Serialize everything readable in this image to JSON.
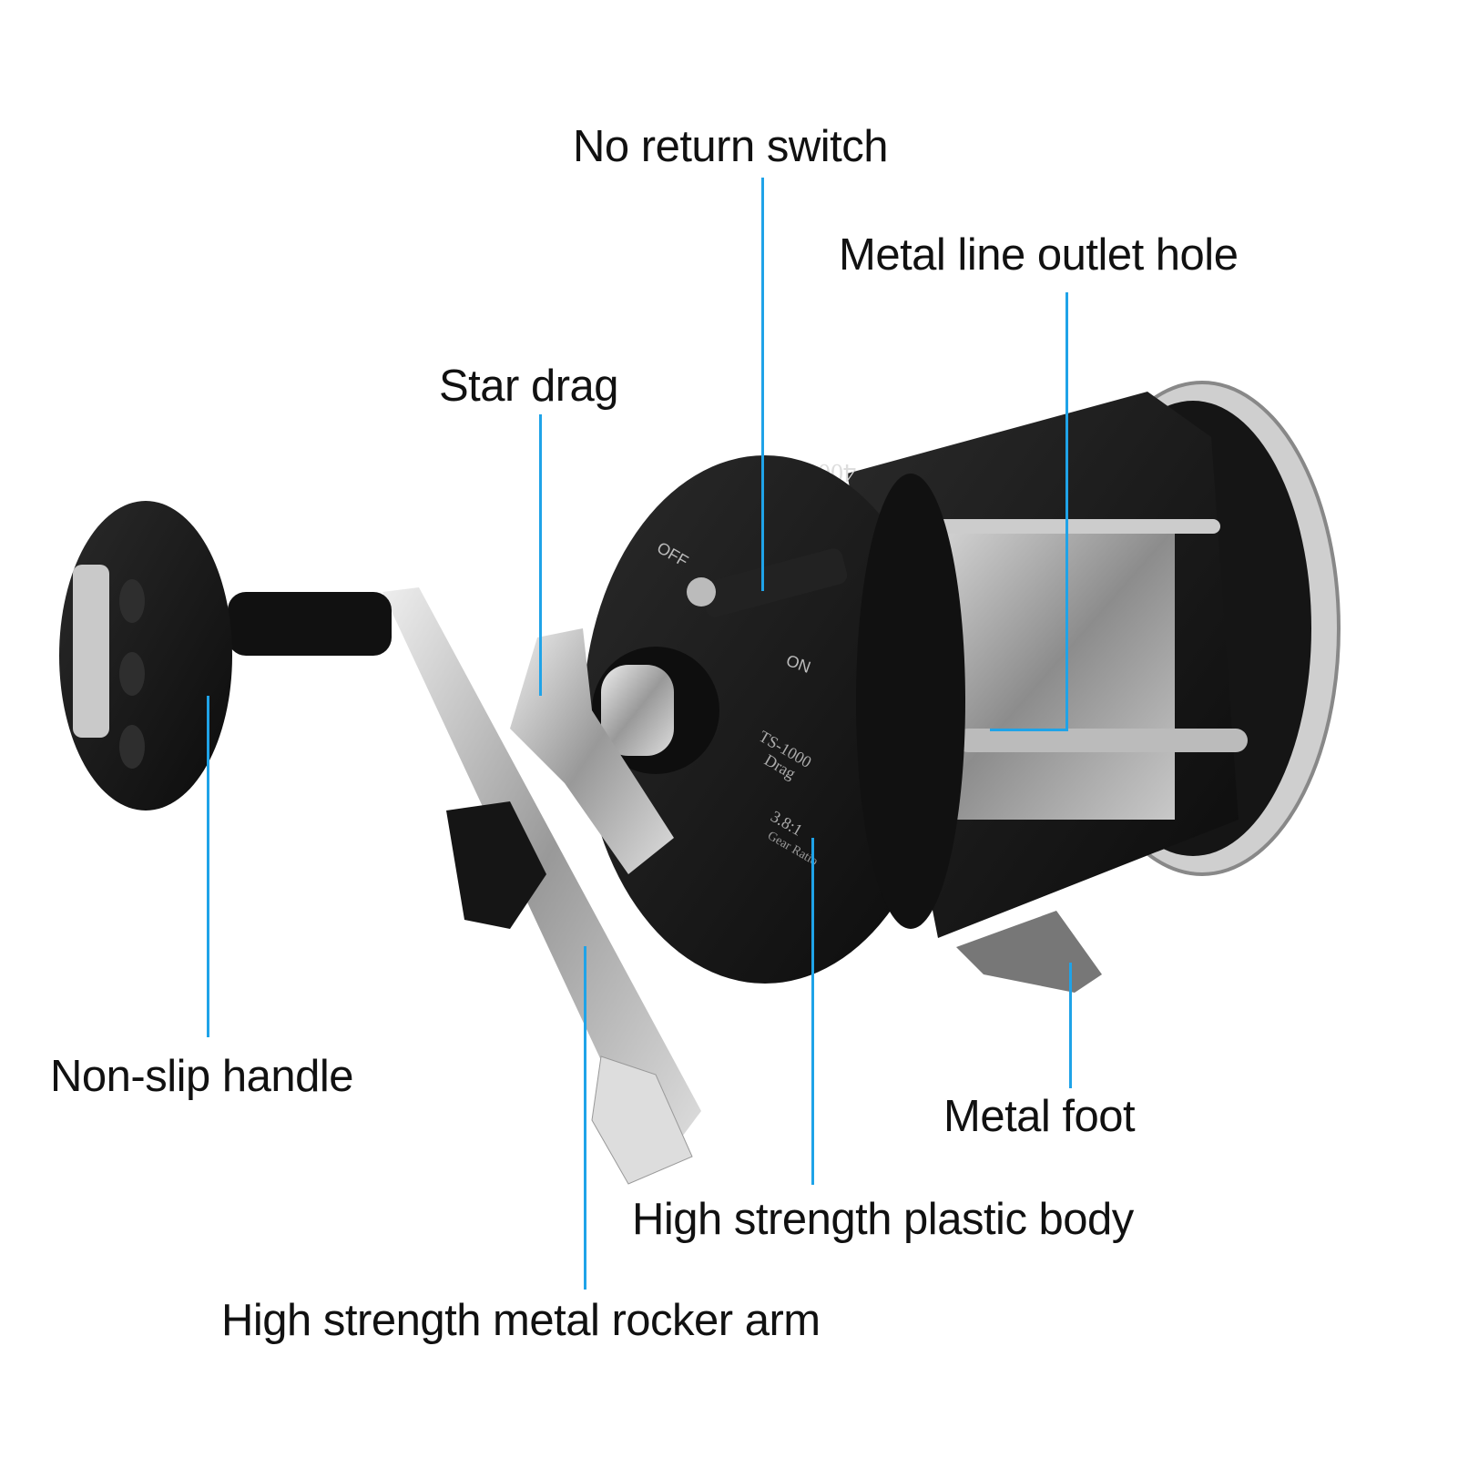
{
  "labels": {
    "no_return_switch": "No return switch",
    "line_outlet": "Metal line outlet hole",
    "star_drag": "Star drag",
    "handle": "Non-slip handle",
    "foot": "Metal foot",
    "body": "High strength plastic body",
    "rocker_arm": "High strength metal rocker arm"
  },
  "reel_markings": {
    "model": "4000L",
    "off": "OFF",
    "on": "ON",
    "drag_model": "TS-1000",
    "drag": "Drag",
    "ratio": "3.8:1",
    "ratio_label": "Gear Ratio"
  },
  "colors": {
    "leader_line": "#1fa3e8",
    "reel_body": "#1a1a1a",
    "metal": "#b8b8b8"
  }
}
